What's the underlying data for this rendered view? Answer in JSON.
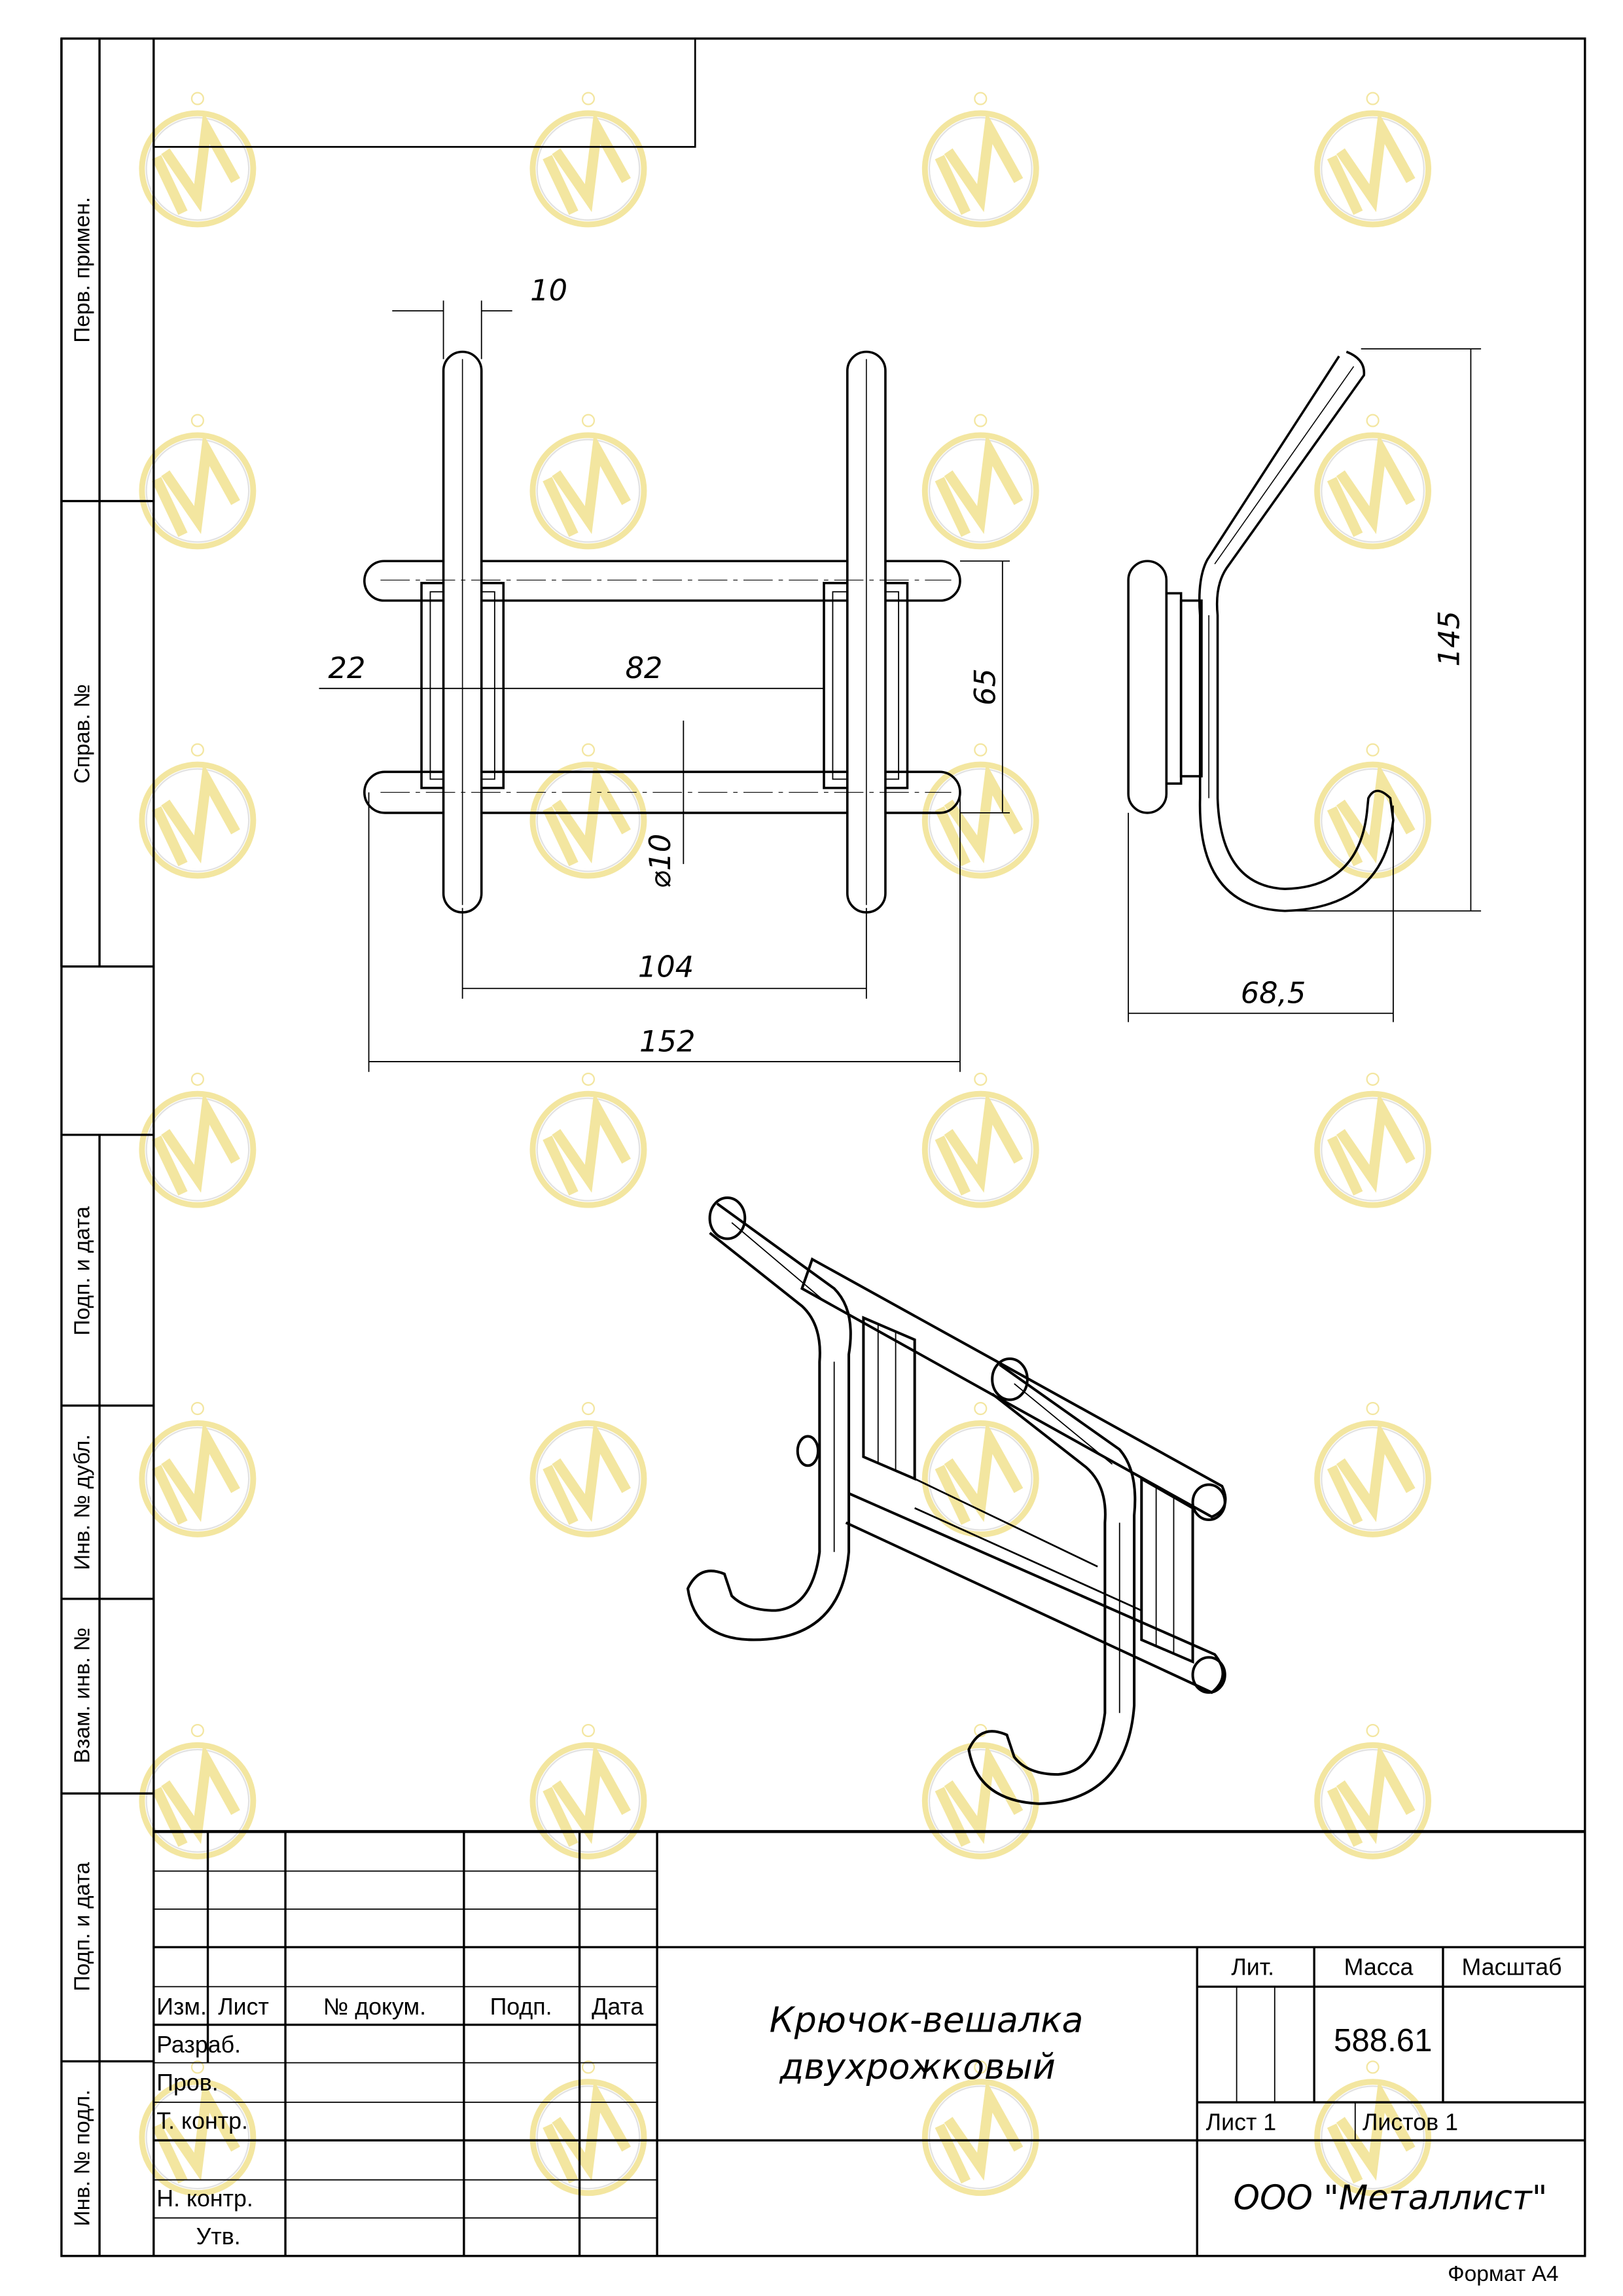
{
  "side_strip": {
    "perv_primen": "Перв. примен.",
    "sprav_no": "Справ. №",
    "podp_data_1": "Подп. и дата",
    "inv_dubl": "Инв. № дубл.",
    "vzam_inv": "Взам. инв. №",
    "podp_data_2": "Подп. и дата",
    "inv_podl": "Инв. № подл."
  },
  "dimensions": {
    "d10_top": "10",
    "d22": "22",
    "d82": "82",
    "d65": "65",
    "dia10": "⌀10",
    "d104": "104",
    "d152": "152",
    "d145": "145",
    "d68_5": "68,5"
  },
  "title_block": {
    "col_izm": "Изм.",
    "col_list": "Лист",
    "col_doc": "№ докум.",
    "col_podp": "Подп.",
    "col_data": "Дата",
    "razrab": "Разраб.",
    "prov": "Пров.",
    "t_kontr": "Т. контр.",
    "n_kontr": "Н. контр.",
    "utv": "Утв.",
    "title_line1": "Крючок-вешалка",
    "title_line2": "двухрожковый",
    "lit": "Лит.",
    "massa": "Масса",
    "masshtab": "Масштаб",
    "massa_value": "588.61",
    "sheet": "Лист 1",
    "sheets": "Листов 1",
    "company": "ООО \"Металлист\""
  },
  "format": "Формат А4",
  "watermark": {
    "brand_letter": "M",
    "color": "#f3e6a0"
  }
}
